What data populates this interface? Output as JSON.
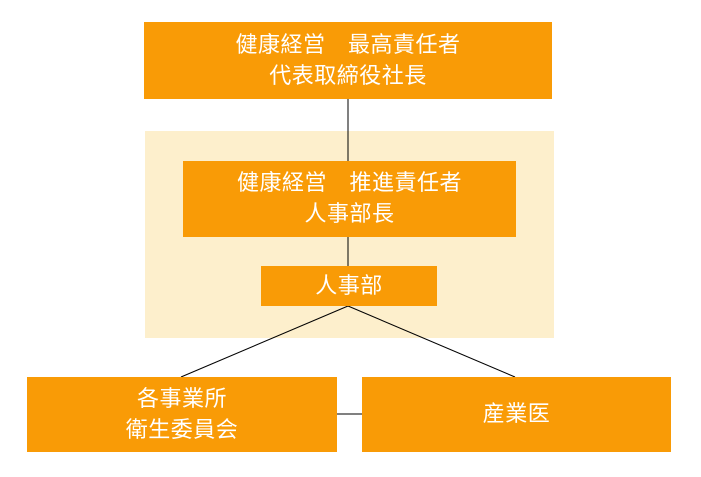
{
  "colors": {
    "node_fill": "#f99b06",
    "node_text": "#ffffff",
    "group_panel": "#fdefcc",
    "connector": "#000000"
  },
  "nodes": {
    "ceo": {
      "line1": "健康経営　最高責任者",
      "line2": "代表取締役社長"
    },
    "promoter": {
      "line1": "健康経営　推進責任者",
      "line2": "人事部長"
    },
    "hr": {
      "line1": "人事部"
    },
    "committee": {
      "line1": "各事業所",
      "line2": "衛生委員会"
    },
    "doctor": {
      "line1": "産業医"
    }
  }
}
